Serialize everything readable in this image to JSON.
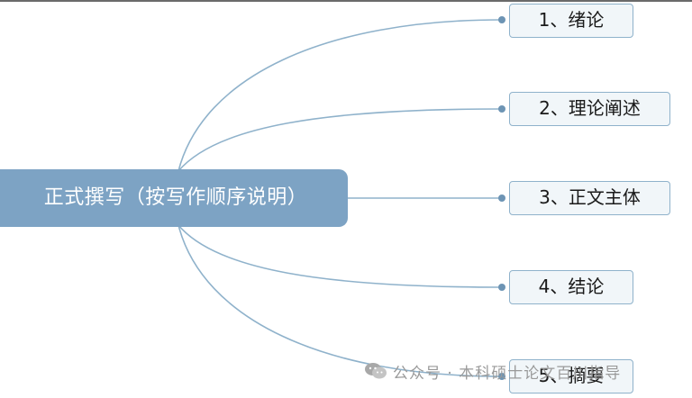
{
  "mindmap": {
    "root": {
      "label": "正式撰写（按写作顺序说明）"
    },
    "children": [
      {
        "label": "1、绪论"
      },
      {
        "label": "2、理论阐述"
      },
      {
        "label": "3、正文主体"
      },
      {
        "label": "4、结论"
      },
      {
        "label": "5、摘要"
      }
    ]
  },
  "colors": {
    "root_fill": "#7da3c4",
    "child_fill": "#f1f6f9",
    "child_border": "#8fb2cb",
    "connector": "#8fb2cb"
  },
  "watermark": {
    "text": "公众号 · 本科硕士论文百川指导",
    "icon": "wechat-icon"
  }
}
